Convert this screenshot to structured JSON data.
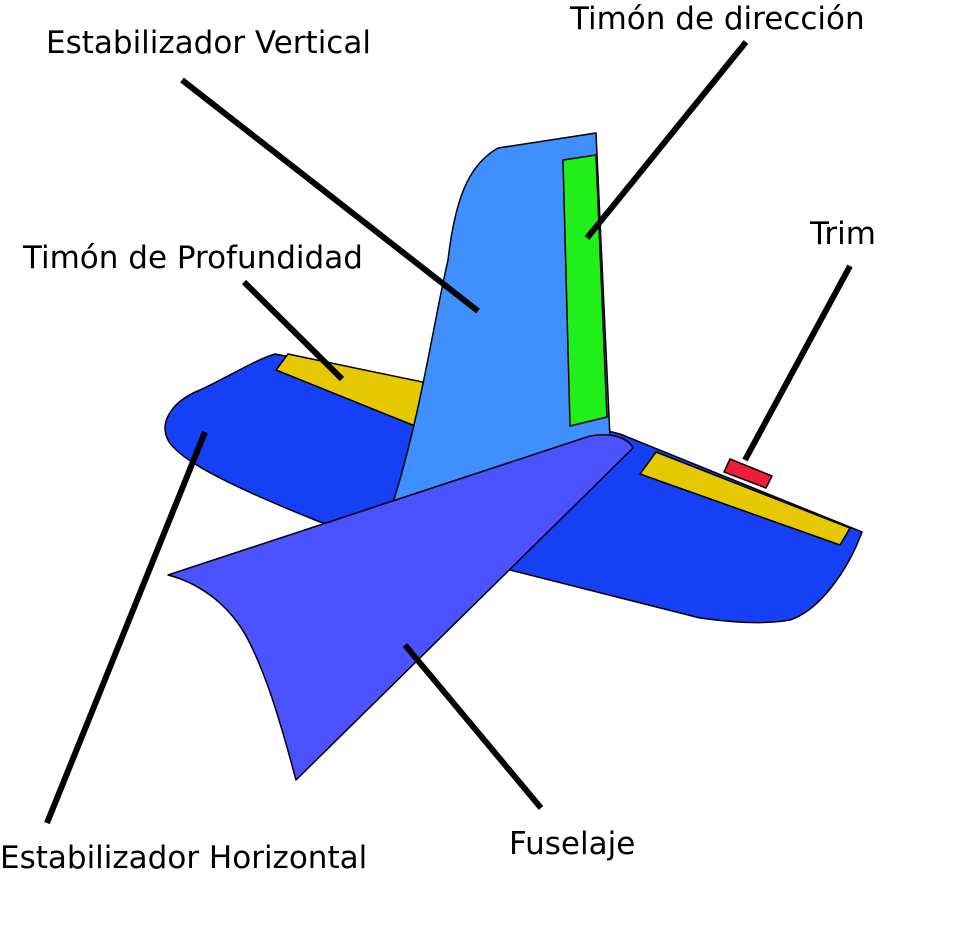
{
  "labels": {
    "vertical_stabilizer": "Estabilizador Vertical",
    "rudder": "Timón de dirección",
    "elevator": "Timón de Profundidad",
    "trim": "Trim",
    "horizontal_stabilizer": "Estabilizador Horizontal",
    "fuselage": "Fuselaje"
  },
  "colors": {
    "horizontal_stabilizer": "#1540F5",
    "vertical_stabilizer": "#3F8FFF",
    "rudder": "#22EE1A",
    "elevator": "#E5C800",
    "trim": "#F01D3A",
    "fuselage": "#4B52FF",
    "leader_line": "#000000"
  }
}
